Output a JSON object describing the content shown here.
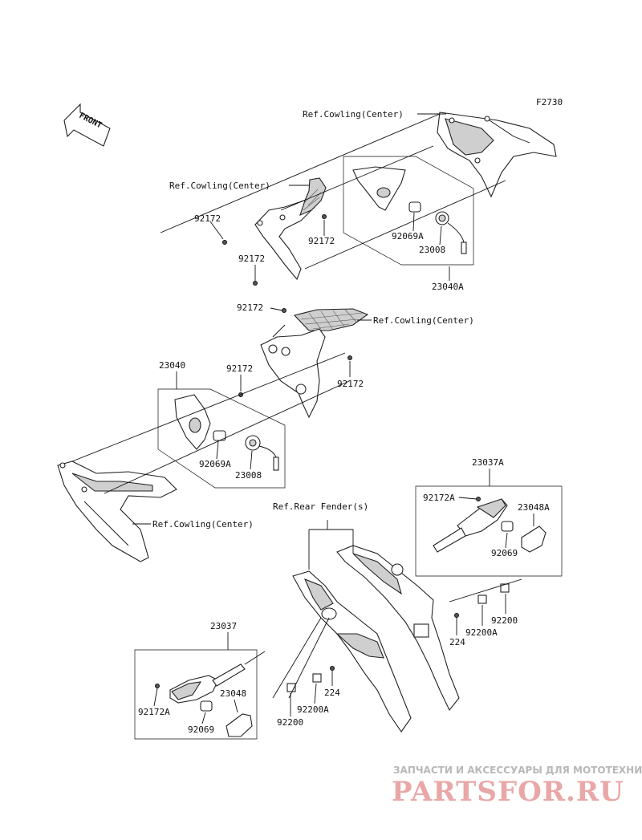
{
  "figure_code": "F2730",
  "front_arrow_label": "FRONT",
  "labels": {
    "ref_cowling_center_1": "Ref.Cowling(Center)",
    "ref_cowling_center_2": "Ref.Cowling(Center)",
    "ref_cowling_center_3": "Ref.Cowling(Center)",
    "ref_cowling_center_4": "Ref.Cowling(Center)",
    "ref_rear_fender": "Ref.Rear Fender(s)",
    "p92172_a": "92172",
    "p92172_b": "92172",
    "p92172_c": "92172",
    "p92172_d": "92172",
    "p92172_e": "92172",
    "p92172_f": "92172",
    "p92069A_a": "92069A",
    "p92069A_b": "92069A",
    "p23008_a": "23008",
    "p23008_b": "23008",
    "p23040A": "23040A",
    "p23040": "23040",
    "p23037A": "23037A",
    "p92172A_a": "92172A",
    "p23048A": "23048A",
    "p92069_a": "92069",
    "p92200_a": "92200",
    "p224_a": "224",
    "p92200A_a": "92200A",
    "p23037": "23037",
    "p23048": "23048",
    "p92172A_b": "92172A",
    "p92069_b": "92069",
    "p224_b": "224",
    "p92200A_b": "92200A",
    "p92200_b": "92200"
  },
  "watermark": {
    "tagline": "ЗАПЧАСТИ И АКСЕССУАРЫ ДЛЯ МОТОТЕХНИКИ",
    "brand": "PARTSFOR.RU",
    "brand_color": "#e9a7a7"
  }
}
